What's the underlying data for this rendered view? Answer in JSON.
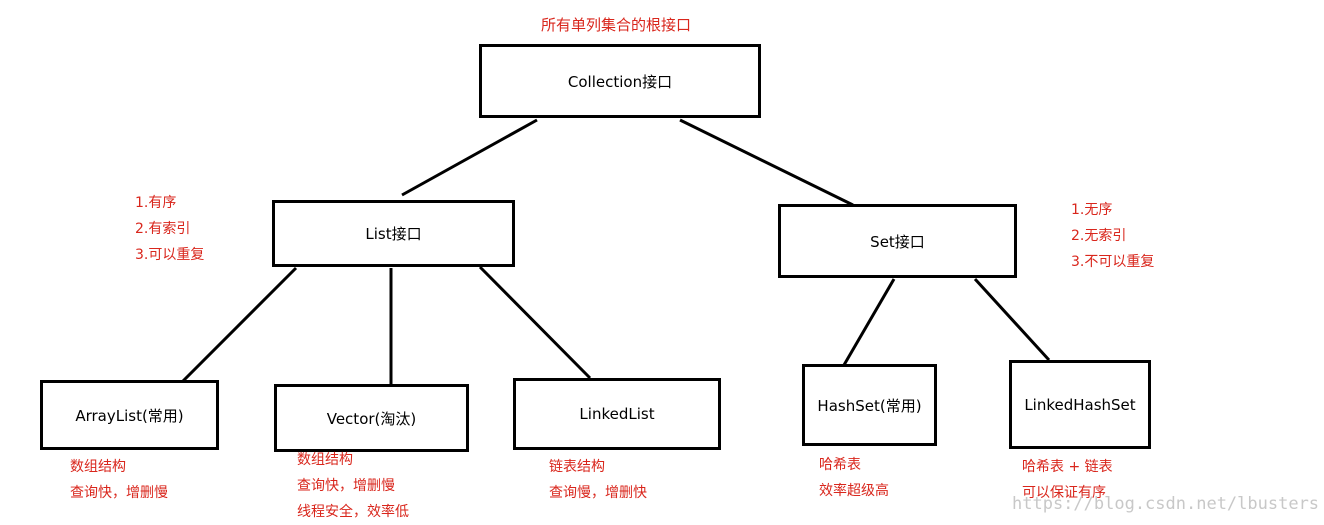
{
  "title": "所有单列集合的根接口",
  "nodes": {
    "collection": "Collection接口",
    "list": "List接口",
    "set": "Set接口",
    "arraylist": "ArrayList(常用)",
    "vector": "Vector(淘汰)",
    "linkedlist": "LinkedList",
    "hashset": "HashSet(常用)",
    "linkedhashset": "LinkedHashSet"
  },
  "notes": {
    "list": [
      "1.有序",
      "2.有索引",
      "3.可以重复"
    ],
    "set": [
      "1.无序",
      "2.无索引",
      "3.不可以重复"
    ],
    "arraylist": [
      "数组结构",
      "查询快，增删慢"
    ],
    "vector": [
      "数组结构",
      "查询快，增删慢",
      "线程安全，效率低"
    ],
    "linkedlist": [
      "链表结构",
      "查询慢，增删快"
    ],
    "hashset": [
      "哈希表",
      "效率超级高"
    ],
    "linkedhashset": [
      "哈希表 + 链表",
      "可以保证有序"
    ]
  },
  "watermark": "https://blog.csdn.net/lbusters",
  "colors": {
    "annotation": "#d9261c",
    "line": "#000000"
  }
}
